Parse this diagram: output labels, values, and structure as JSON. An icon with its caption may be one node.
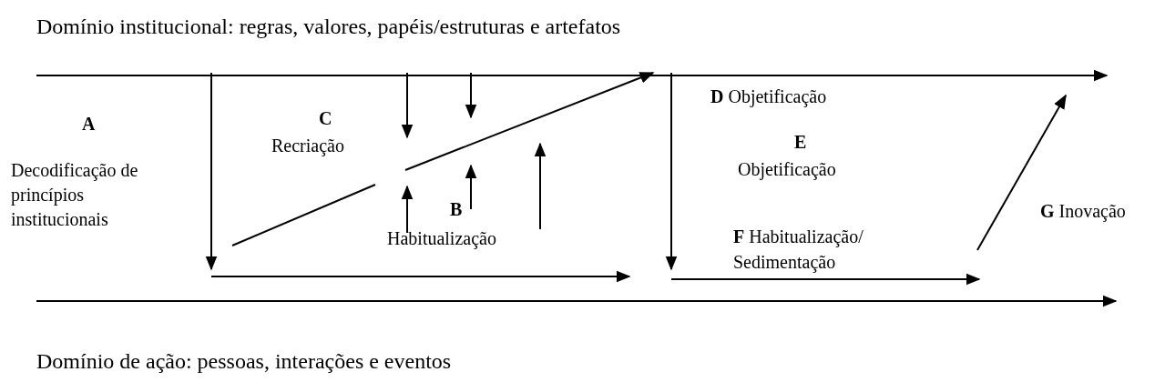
{
  "diagram": {
    "labels": [
      "Domínio institucional: regras, valores, papéis/estruturas e artefatos",
      "A",
      "Decodificação de princípios institucionais",
      "C",
      "Recriação",
      "B",
      "Habitualização",
      "**D** Objetificação",
      "E",
      "Objetificação",
      "**F** Habitualização/ Sedimentação",
      "**G** Inovação",
      "Domínio de ação: pessoas, interações e eventos"
    ]
  }
}
